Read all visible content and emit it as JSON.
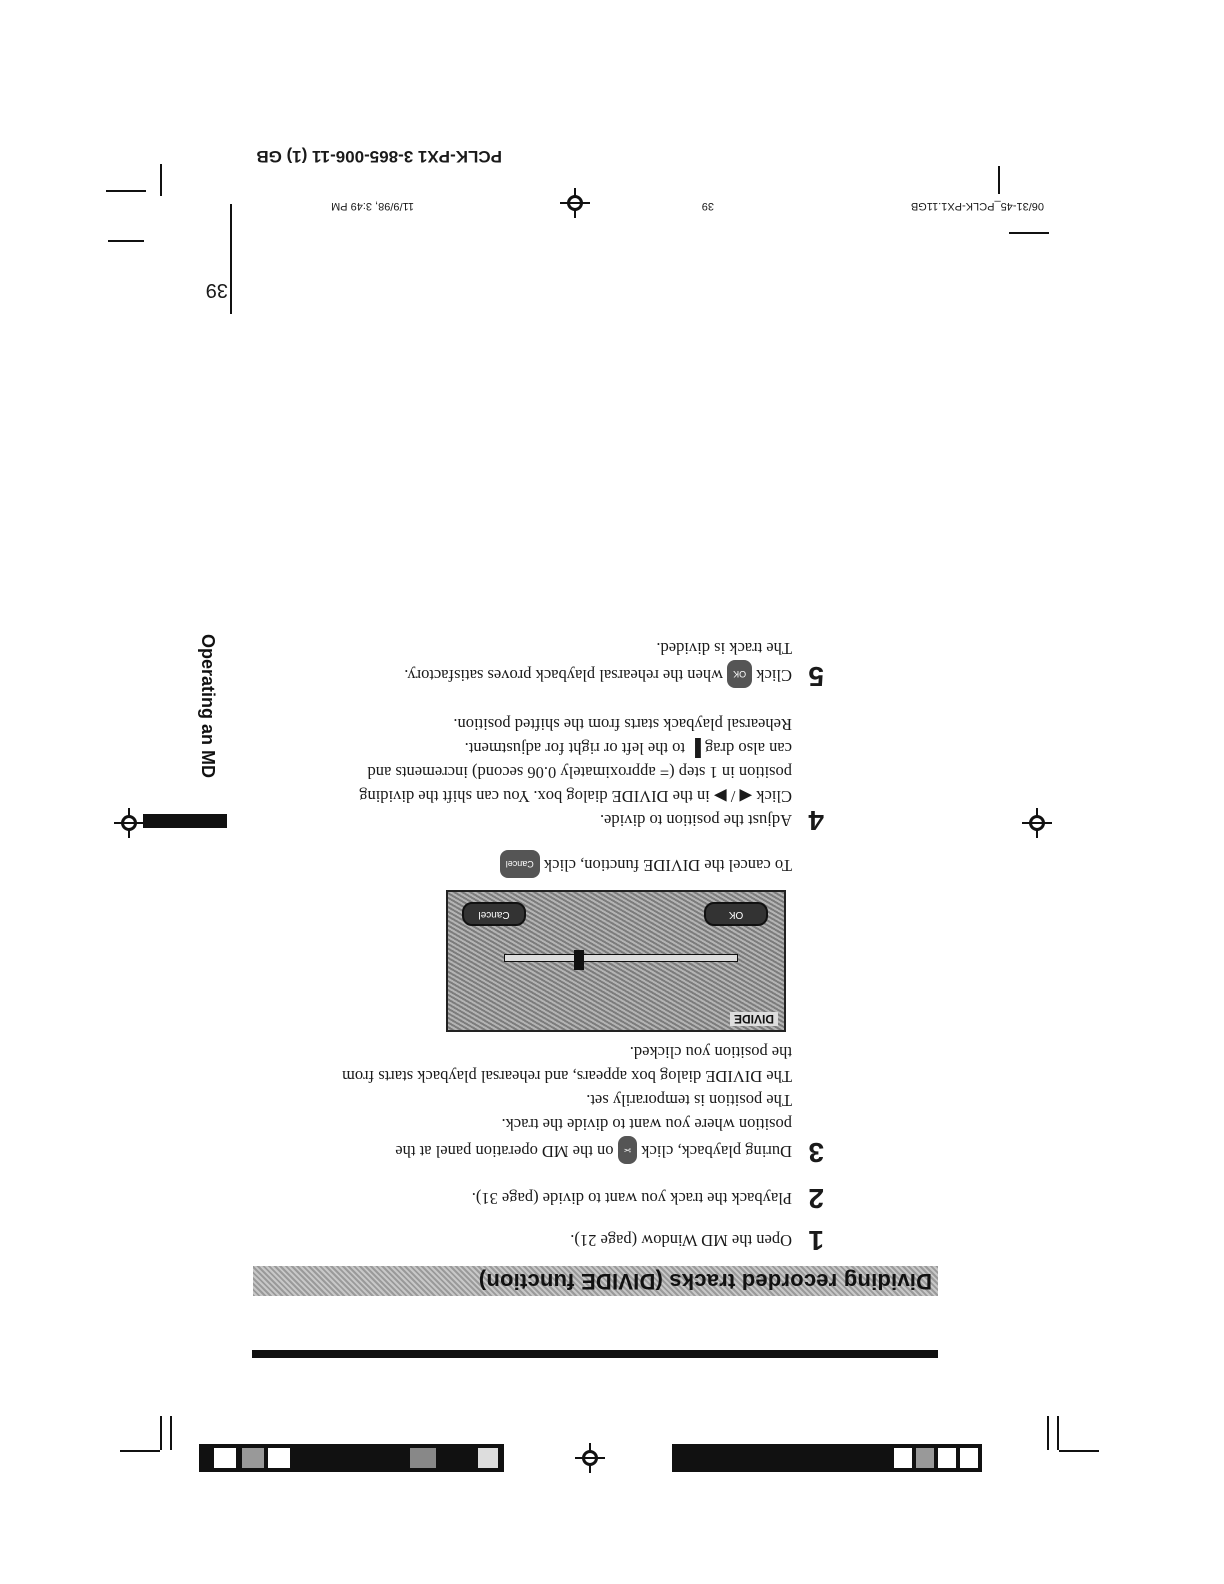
{
  "header": {
    "file_name": "06/31-45_PCLK-PX1.11GB",
    "page_ref": "39",
    "timestamp": "11/9/98, 3:49 PM",
    "model_code": "PCLK-PX1 3-865-006-11 (1) GB"
  },
  "page_number": "39",
  "side_tab": {
    "label": "Operating an MD"
  },
  "section": {
    "title": "Dividing recorded tracks (DIVIDE function)"
  },
  "steps": [
    {
      "number": "1",
      "lines": [
        "Open the MD Window (page 21)."
      ]
    },
    {
      "number": "2",
      "lines": [
        "Playback the track you want to divide (page 31)."
      ]
    },
    {
      "number": "3",
      "line1_before": "During playback, click",
      "line1_button": "✂",
      "line1_after": "on the MD operation panel at the",
      "lines": [
        "position where you want to divide the track.",
        "The position is temporarily set.",
        "The DIVIDE dialog box appears, and rehearsal playback starts from",
        "the position you clicked."
      ]
    },
    {
      "number": "4",
      "lines": [
        "Adjust the position to divide.",
        "Click ◀ / ▶ in the DIVIDE dialog box.  You can shift the dividing",
        "position in 1 step (= approximately 0.06 second) increments and",
        "can also drag ▌ to the left or right for adjustment.",
        "Rehearsal playback starts from the shifted position."
      ]
    },
    {
      "number": "5",
      "line1_before": "Click",
      "line1_button": "OK",
      "line1_after": "when the rehearsal playback proves satisfactory.",
      "lines": [
        "The track is divided."
      ]
    }
  ],
  "cancel_note": {
    "before": "To cancel the DIVIDE function, click",
    "button": "Cancel"
  },
  "dialog": {
    "title": "DIVIDE",
    "ok_label": "OK",
    "cancel_label": "Cancel"
  }
}
